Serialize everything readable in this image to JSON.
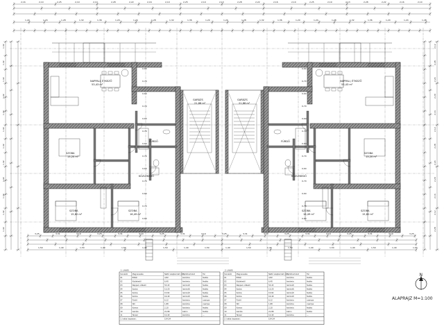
{
  "drawing": {
    "title": "ALAPRAJZ M=1:100",
    "north_label": "N"
  },
  "units": [
    {
      "id": "left",
      "rooms": [
        {
          "key": "living",
          "name": "NAPPALI, ÉTKEZŐ",
          "area": "53,43 m²"
        },
        {
          "key": "garage",
          "name": "GARÁZS",
          "area": "21,88 m²"
        },
        {
          "key": "bed1",
          "name": "SZOBA",
          "area": "13,20 m²"
        },
        {
          "key": "bed2",
          "name": "SZOBA",
          "area": "15,82 m²"
        },
        {
          "key": "bed3",
          "name": "SZOBA",
          "area": "16,49 m²"
        },
        {
          "key": "bath",
          "name": "FÜRDŐ",
          "area": ""
        },
        {
          "key": "hall",
          "name": "KÖZLEKEDŐ",
          "area": ""
        }
      ]
    },
    {
      "id": "right",
      "rooms": [
        {
          "key": "living",
          "name": "NAPPALI, ÉTKEZŐ",
          "area": "53,43 m²"
        },
        {
          "key": "garage",
          "name": "GARÁZS",
          "area": "21,88 m²"
        },
        {
          "key": "bed1",
          "name": "SZOBA",
          "area": "13,20 m²"
        },
        {
          "key": "bed2",
          "name": "SZOBA",
          "area": "15,82 m²"
        },
        {
          "key": "bed3",
          "name": "SZOBA",
          "area": "16,49 m²"
        },
        {
          "key": "bath",
          "name": "FÜRDŐ",
          "area": ""
        },
        {
          "key": "hall",
          "name": "KÖZLEKEDŐ",
          "area": ""
        }
      ]
    }
  ],
  "tables": [
    {
      "id": "left-table",
      "header": "1. LAKÁS",
      "columns": [
        "Sorszám",
        "Megnevezés",
        "Nettó alapterület (m²)",
        "Padlóburkolat",
        "Fal"
      ],
      "rows": [
        [
          "01",
          "Előtér",
          "4,82",
          "kerámia",
          "festés"
        ],
        [
          "02",
          "Közlekedő",
          "6,40",
          "kerámia",
          "festés"
        ],
        [
          "03",
          "Nappali, étkező",
          "53,43",
          "laminált",
          "festés"
        ],
        [
          "04",
          "Szoba",
          "13,20",
          "laminált",
          "festés"
        ],
        [
          "05",
          "Szoba",
          "15,82",
          "laminált",
          "festés"
        ],
        [
          "06",
          "Szoba",
          "16,49",
          "laminált",
          "festés"
        ],
        [
          "07",
          "Fürdő",
          "6,12",
          "kerámia",
          "csempe"
        ],
        [
          "08",
          "WC",
          "1,88",
          "kerámia",
          "csempe"
        ],
        [
          "09",
          "Kamra",
          "2,10",
          "kerámia",
          "festés"
        ],
        [
          "10",
          "Garázs",
          "21,88",
          "beton",
          "festés"
        ],
        [
          "11",
          "Terasz",
          "12,40",
          "kerámia",
          "—"
        ]
      ],
      "sum_label": "1. lakás összesen:",
      "sum_value": "154,54"
    },
    {
      "id": "right-table",
      "header": "2. LAKÁS",
      "columns": [
        "Sorszám",
        "Megnevezés",
        "Nettó alapterület (m²)",
        "Padlóburkolat",
        "Fal"
      ],
      "rows": [
        [
          "01",
          "Előtér",
          "4,82",
          "kerámia",
          "festés"
        ],
        [
          "02",
          "Közlekedő",
          "6,40",
          "kerámia",
          "festés"
        ],
        [
          "03",
          "Nappali, étkező",
          "53,43",
          "laminált",
          "festés"
        ],
        [
          "04",
          "Szoba",
          "13,20",
          "laminált",
          "festés"
        ],
        [
          "05",
          "Szoba",
          "15,82",
          "laminált",
          "festés"
        ],
        [
          "06",
          "Szoba",
          "16,49",
          "laminált",
          "festés"
        ],
        [
          "07",
          "Fürdő",
          "6,12",
          "kerámia",
          "csempe"
        ],
        [
          "08",
          "WC",
          "1,88",
          "kerámia",
          "csempe"
        ],
        [
          "09",
          "Kamra",
          "2,10",
          "kerámia",
          "festés"
        ],
        [
          "10",
          "Garázs",
          "21,88",
          "beton",
          "festés"
        ],
        [
          "11",
          "Terasz",
          "12,40",
          "kerámia",
          "—"
        ]
      ],
      "sum_label": "2. lakás összesen:",
      "sum_value": "154,54"
    }
  ]
}
